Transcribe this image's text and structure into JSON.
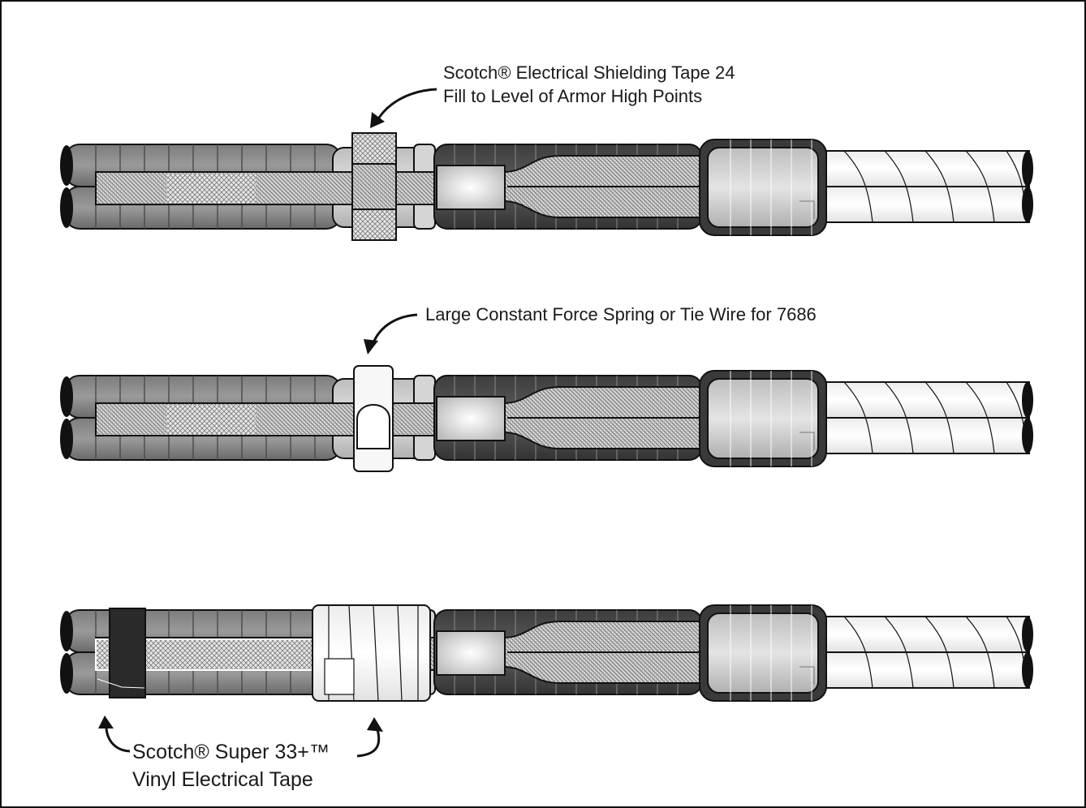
{
  "callouts": {
    "shielding_tape_line1": "Scotch® Electrical Shielding Tape 24",
    "shielding_tape_line2": "Fill to Level of Armor High Points",
    "spring": "Large Constant Force Spring or Tie Wire for 7686",
    "vinyl_tape_line1": "Scotch® Super 33+™",
    "vinyl_tape_line2": "Vinyl Electrical Tape"
  },
  "colors": {
    "border": "#111111",
    "armor_dark": "#5a5a5a",
    "armor_mid": "#8c8c8c",
    "braid": "#cfcfcf",
    "tape_black": "#2a2a2a",
    "jacket_light": "#f2f2f2"
  },
  "steps": [
    {
      "name": "step-1-shielding-tape"
    },
    {
      "name": "step-2-constant-force-spring"
    },
    {
      "name": "step-3-vinyl-tape"
    }
  ]
}
